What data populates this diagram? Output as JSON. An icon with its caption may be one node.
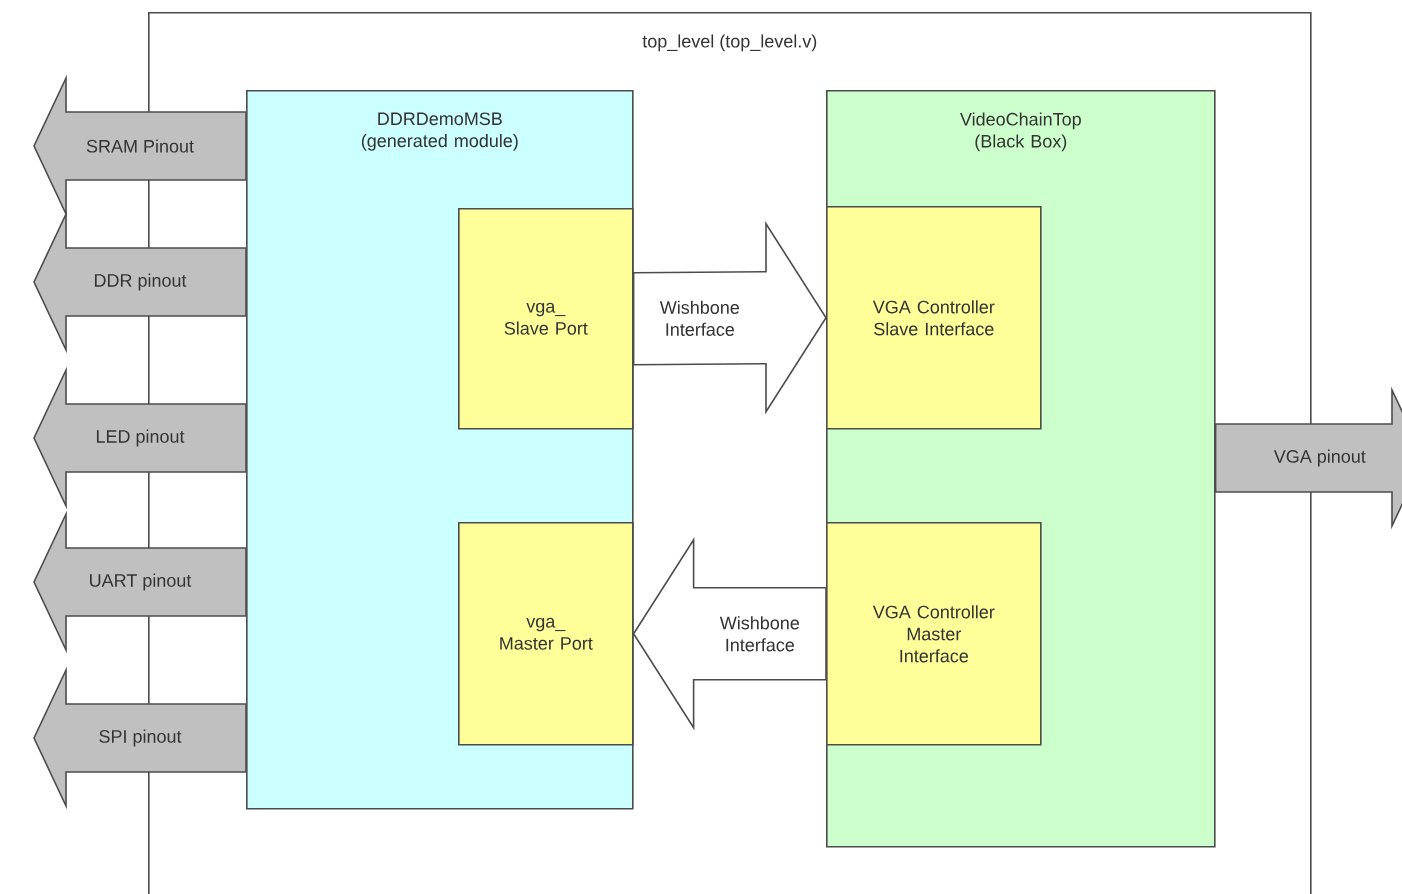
{
  "diagram": {
    "nodes": [
      {
        "text": [
          "top_level (top_level.v)"
        ]
      },
      {
        "text": [
          "DDRDemoMSB (generated module)"
        ],
        "in": 0
      },
      {
        "text": [
          "vga_ Slave Port"
        ],
        "in": 1
      },
      {
        "text": [
          "vga_ Master Port"
        ],
        "in": 1
      },
      {
        "text": [
          "VideoChainTop (Black Box)"
        ],
        "in": 0
      },
      {
        "text": [
          "VGA Controller Slave Interface"
        ],
        "in": 4
      },
      {
        "text": [
          "VGA Controller Master Interface"
        ],
        "in": 4
      }
    ],
    "edges": [
      {
        "from": 2,
        "to": 5,
        "arrow": "to",
        "label": "Wishbone Interface"
      },
      {
        "from": 6,
        "to": 3,
        "arrow": "to",
        "label": "Wishbone Interface"
      },
      {
        "from": 1,
        "to": null,
        "arrow": "to",
        "label": "SRAM Pinout"
      },
      {
        "from": 1,
        "to": null,
        "arrow": "to",
        "label": "DDR pinout"
      },
      {
        "from": 1,
        "to": null,
        "arrow": "to",
        "label": "LED pinout"
      },
      {
        "from": 1,
        "to": null,
        "arrow": "to",
        "label": "UART pinout"
      },
      {
        "from": 1,
        "to": null,
        "arrow": "to",
        "label": "SPI pinout"
      },
      {
        "from": 4,
        "to": null,
        "arrow": "to",
        "label": "VGA pinout"
      }
    ]
  }
}
